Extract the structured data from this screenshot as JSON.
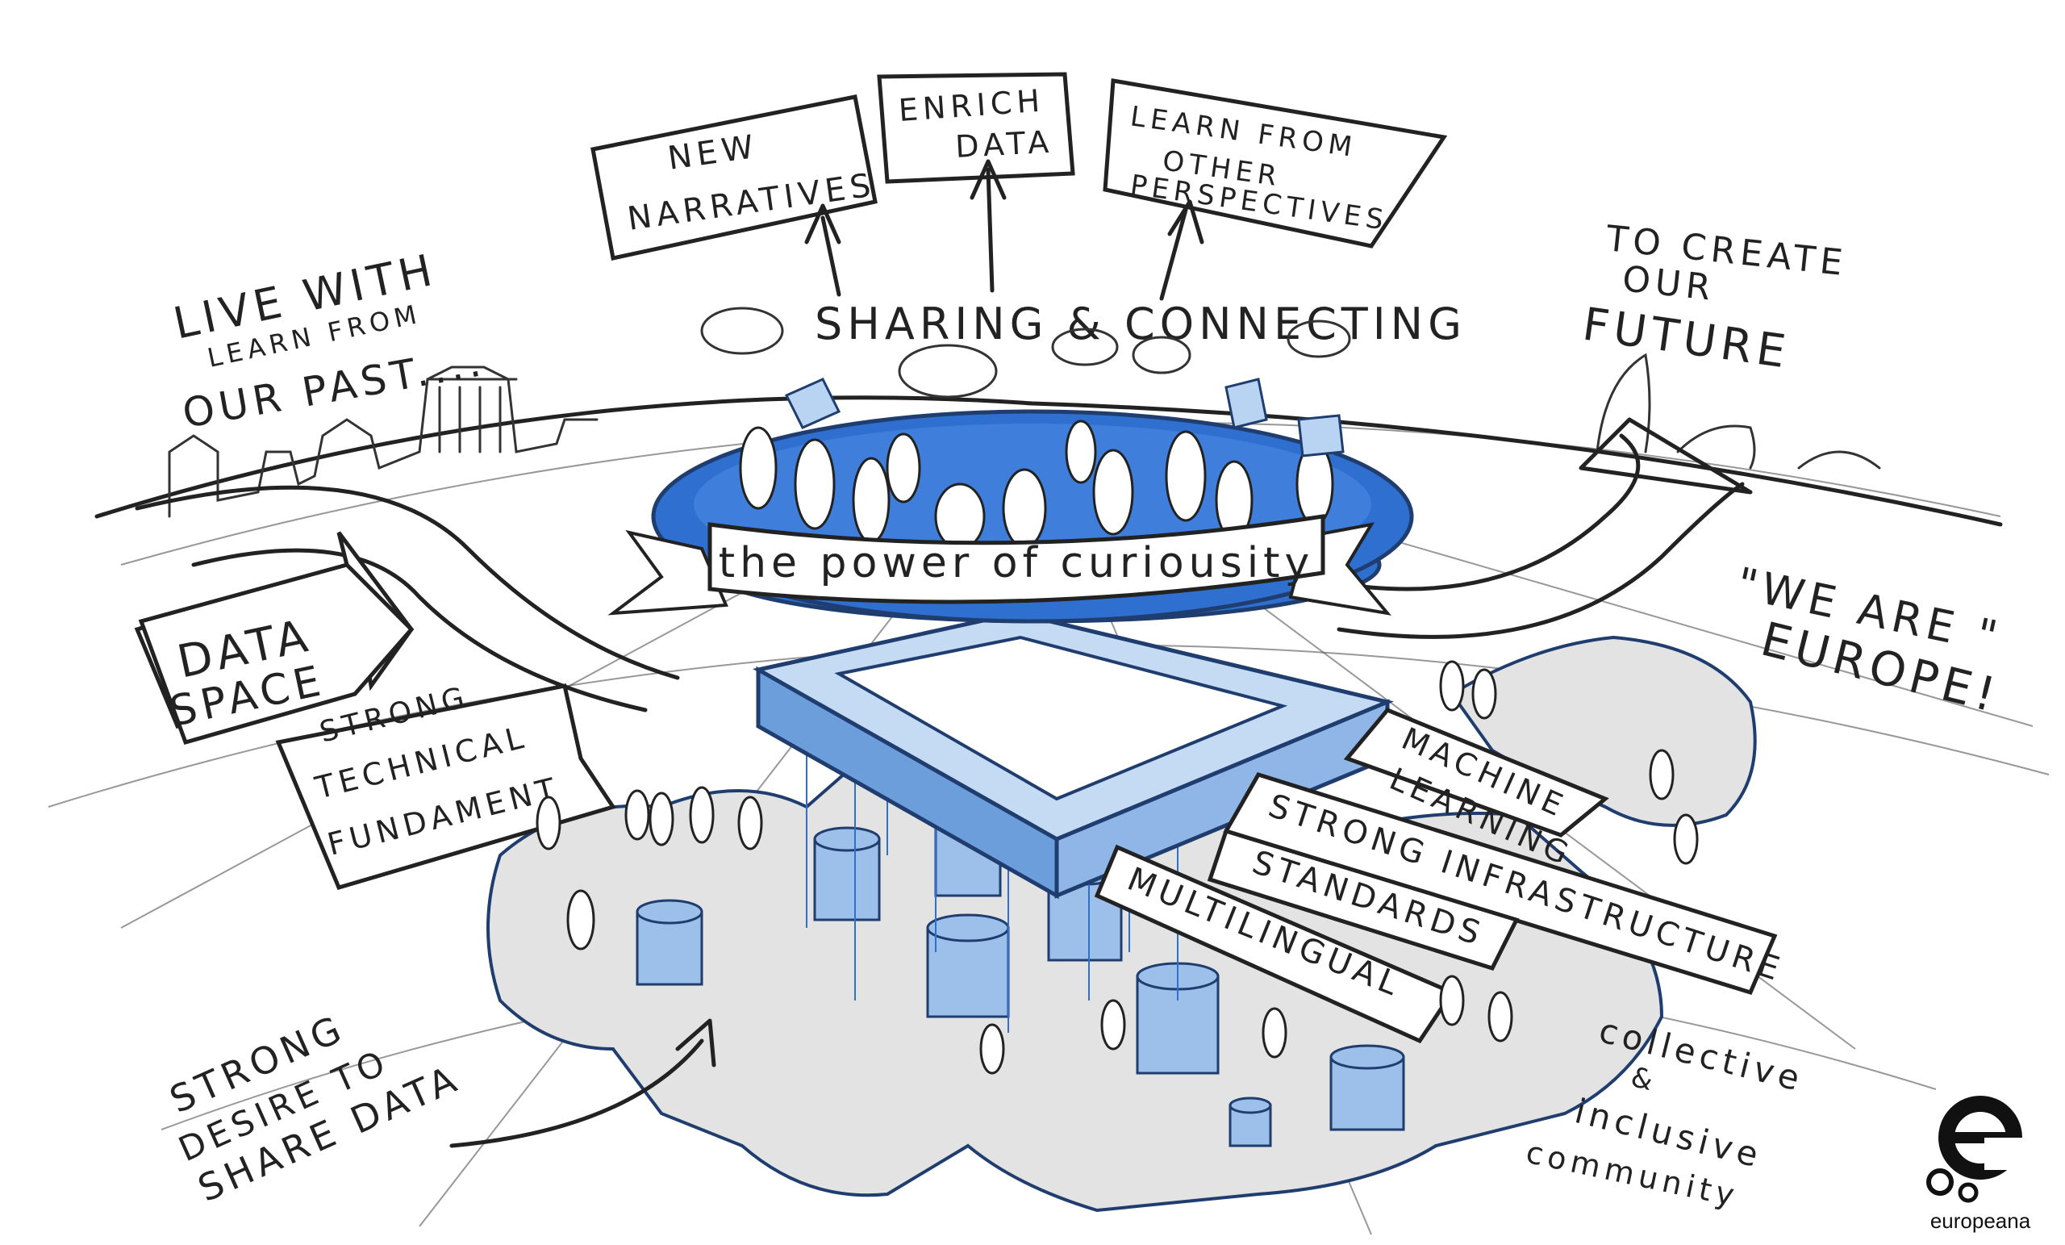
{
  "top_boxes": [
    {
      "line1": "NEW",
      "line2": "NARRATIVES"
    },
    {
      "line1": "ENRICH",
      "line2": "DATA"
    },
    {
      "line1": "LEARN FROM",
      "line2": "OTHER",
      "line3": "PERSPECTIVES"
    }
  ],
  "sharing": "SHARING & CONNECTING",
  "past": {
    "line1": "LIVE WITH",
    "line2": "LEARN FROM",
    "line3": "OUR PAST...."
  },
  "future": {
    "line1": "TO CREATE",
    "line2": "OUR",
    "line3": "FUTURE"
  },
  "banner": "the power of curiousity",
  "we_are_europe": {
    "line1": "\"WE ARE \"",
    "line2": "EUROPE!"
  },
  "data_space": {
    "line1": "DATA",
    "line2": "SPACE"
  },
  "technical": {
    "line1": "STRONG",
    "line2": "TECHNICAL",
    "line3": "FUNDAMENT"
  },
  "pillars": [
    {
      "label": "MACHINE",
      "label2": "LEARNING"
    },
    {
      "label": "STRONG INFRASTRUCTURE"
    },
    {
      "label": "STANDARDS"
    },
    {
      "label": "MULTILINGUAL"
    }
  ],
  "desire": {
    "line1": "STRONG",
    "line2": "DESIRE TO",
    "line3": "SHARE DATA"
  },
  "community": {
    "line1": "collective",
    "line2": "&",
    "line3": "inclusive",
    "line4": "community"
  },
  "logo": {
    "wordmark": "europeana"
  },
  "colors": {
    "ink": "#222222",
    "accent_blue": "#2f6fcf",
    "light_blue": "#9cc0ea",
    "land_grey": "#e3e3e3"
  }
}
